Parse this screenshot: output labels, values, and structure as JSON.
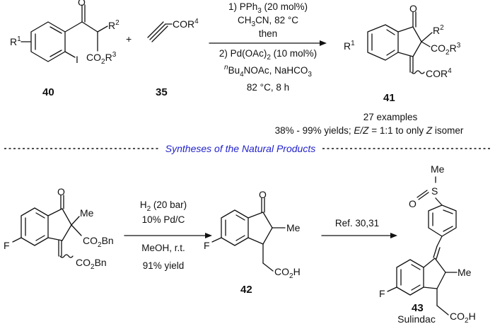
{
  "top_reaction": {
    "sm1_number": "40",
    "sm2_number": "35",
    "product_number": "41",
    "plus": "+",
    "sm1_labels": {
      "r1": "R",
      "r1_sup": "1",
      "r2": "R",
      "r2_sup": "2",
      "i": "I"
    },
    "sm1_ester": {
      "a": "CO",
      "b": "2",
      "c": "R",
      "d": "3"
    },
    "sm2_label": {
      "a": "COR",
      "b": "4"
    },
    "cond_line1": {
      "a": "1) PPh",
      "b": "3",
      "c": " (20 mol%)"
    },
    "cond_line2": {
      "a": "CH",
      "b": "3",
      "c": "CN, 82 °C"
    },
    "cond_line3": "then",
    "cond_line4": {
      "a": "2) Pd(OAc)",
      "b": "2",
      "c": " (10 mol%)"
    },
    "cond_line5": {
      "a": "n",
      "b": "Bu",
      "c": "4",
      "d": "NOAc, NaHCO",
      "e": "3"
    },
    "cond_line6": "82 °C, 8 h",
    "product_labels": {
      "r1": "R",
      "r1_sup": "1",
      "r2": "R",
      "r2_sup": "2",
      "ester_a": "CO",
      "ester_b": "2",
      "ester_c": "R",
      "ester_d": "3",
      "cor_a": "COR",
      "cor_b": "4"
    },
    "results_line1": "27 examples",
    "results_line2": {
      "a": "38% - 99% yields; ",
      "b": "E/Z",
      "c": " = 1:1 to only ",
      "d": "Z",
      "e": " isomer"
    }
  },
  "section_title": "Syntheses of the Natural Products",
  "bottom_reaction": {
    "sm_labels": {
      "o": "O",
      "me": "Me",
      "f": "F",
      "co2bn_a": "CO",
      "co2bn_b": "2",
      "co2bn_c": "Bn"
    },
    "cond1_line1": {
      "a": "H",
      "b": "2",
      "c": " (20 bar)"
    },
    "cond1_line2": "10% Pd/C",
    "cond1_line3": "MeOH, r.t.",
    "cond1_line4": "91% yield",
    "int_number": "42",
    "int_labels": {
      "o": "O",
      "me": "Me",
      "f": "F",
      "co2h_a": "CO",
      "co2h_b": "2",
      "co2h_c": "H"
    },
    "cond2": "Ref. 30,31",
    "product_number": "43",
    "product_name": "Sulindac",
    "product_labels": {
      "me_top": "Me",
      "s": "S",
      "o": "O",
      "me": "Me",
      "f": "F",
      "co2h_a": "CO",
      "co2h_b": "2",
      "co2h_c": "H"
    }
  },
  "colors": {
    "section_title": "#2222cc",
    "ink": "#111111"
  }
}
